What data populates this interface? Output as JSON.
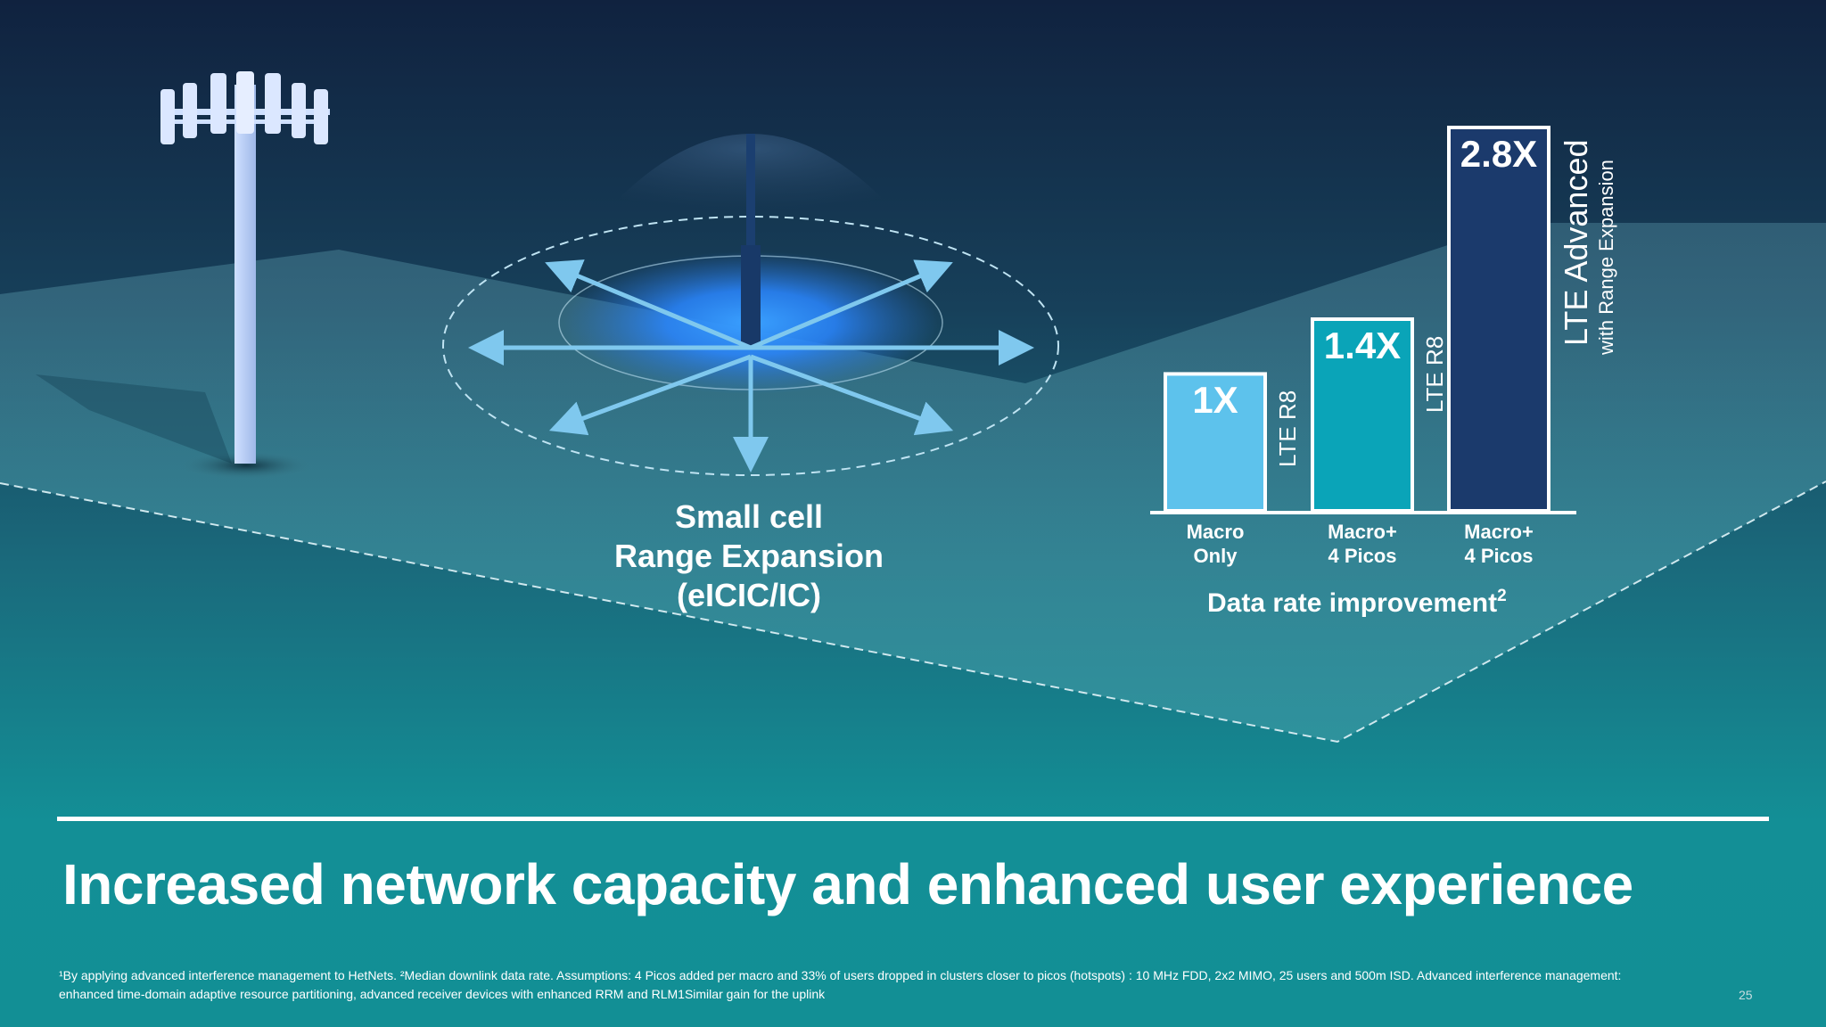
{
  "small_cell": {
    "line1": "Small cell",
    "line2": "Range Expansion",
    "line3": "(eICIC/IC)"
  },
  "chart_data": {
    "type": "bar",
    "categories": [
      [
        "Macro",
        "Only"
      ],
      [
        "Macro+",
        "4 Picos"
      ],
      [
        "Macro+",
        "4 Picos"
      ]
    ],
    "values": [
      1,
      1.4,
      2.8
    ],
    "value_labels": [
      "1X",
      "1.4X",
      "2.8X"
    ],
    "bar_annotations": [
      {
        "main": "LTE R8",
        "sub": ""
      },
      {
        "main": "LTE R8",
        "sub": ""
      },
      {
        "main": "LTE Advanced",
        "sub": "with Range Expansion"
      }
    ],
    "bar_colors": [
      "#5dc2ec",
      "#0aa4b8",
      "#1b3a6c"
    ],
    "caption": "Data rate improvement",
    "caption_sup": "2",
    "xlabel": "",
    "ylabel": "",
    "ylim": [
      0,
      2.8
    ],
    "grid": false
  },
  "headline": "Increased network capacity and enhanced user experience",
  "footnote": {
    "line1": "¹By applying advanced interference management to HetNets. ²Median downlink data rate. Assumptions: 4 Picos added per macro and 33% of users dropped in clusters closer to picos (hotspots) : 10 MHz FDD, 2x2 MIMO, 25 users and 500m ISD. Advanced interference management:",
    "line2": "enhanced time-domain adaptive resource partitioning, advanced receiver devices with enhanced RRM and RLM1Similar gain for the uplink"
  },
  "page_number": "25",
  "colors": {
    "background_top": "#10223f",
    "background_bottom": "#128f95",
    "ground_plane": "#4fa6b2",
    "signal_glow": "#2f8cff",
    "arrow": "#7fc8ee"
  },
  "icons": [
    "cell-tower-icon",
    "small-cell-antenna-icon",
    "range-arrow-icon"
  ]
}
